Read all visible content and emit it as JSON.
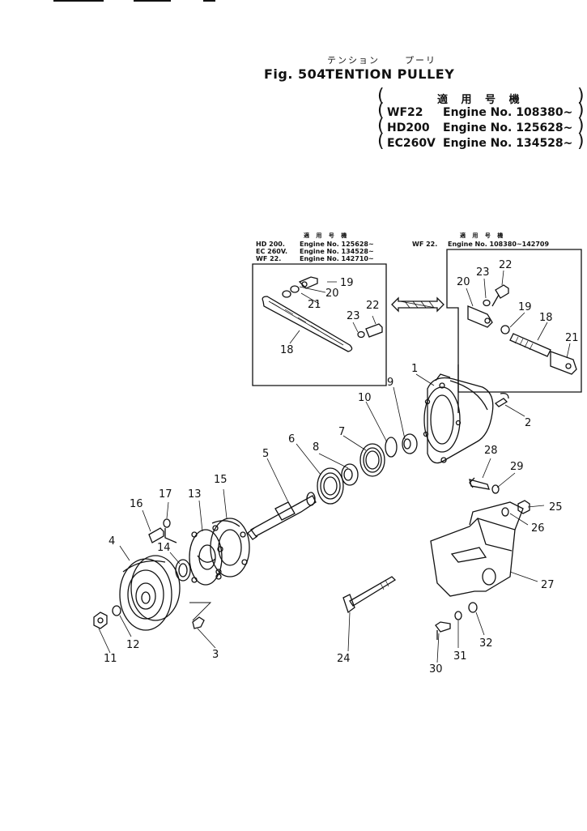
{
  "header": {
    "jp_title_1": "テンション",
    "jp_title_2": "プーリ",
    "figure_label": "Fig. 504",
    "figure_title": "TENTION PULLEY"
  },
  "applicability": {
    "title": "適 用 号 機",
    "rows": [
      {
        "model": "WF22",
        "engine": "Engine No. 108380~"
      },
      {
        "model": "HD200",
        "engine": "Engine No. 125628~"
      },
      {
        "model": "EC260V",
        "engine": "Engine No. 134528~"
      }
    ]
  },
  "left_box": {
    "title": "適 用 号 機",
    "rows": [
      {
        "model": "HD 200.",
        "engine": "Engine No. 125628~"
      },
      {
        "model": "EC 260V.",
        "engine": "Engine No. 134528~"
      },
      {
        "model": "WF 22.",
        "engine": "Engine No. 142710~"
      }
    ]
  },
  "right_box": {
    "title": "適 用 号 機",
    "rows": [
      {
        "model": "WF 22.",
        "engine": "Engine No. 108380~142709"
      }
    ]
  },
  "part_numbers": [
    "1",
    "2",
    "3",
    "4",
    "5",
    "6",
    "7",
    "8",
    "9",
    "10",
    "11",
    "12",
    "13",
    "14",
    "15",
    "16",
    "17",
    "18",
    "19",
    "20",
    "21",
    "22",
    "23",
    "24",
    "25",
    "26",
    "27",
    "28",
    "29",
    "30",
    "31",
    "32"
  ]
}
